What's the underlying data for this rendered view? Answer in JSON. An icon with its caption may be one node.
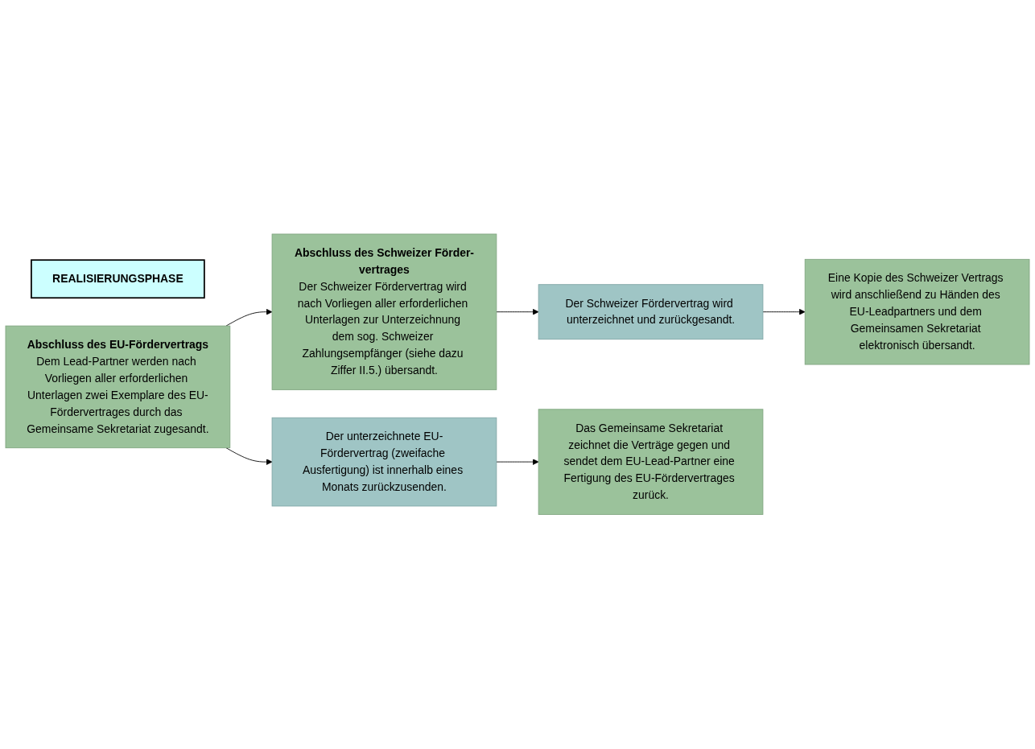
{
  "diagram": {
    "nodes": [
      {
        "text": [
          "REALISIERUNGSPHASE"
        ]
      },
      {
        "text": [
          "Abschluss des EU-Fördervertrags",
          "Dem Lead-Partner werden nach Vorliegen aller erforderlichen Unterlagen zwei Exemplare des EU-Fördervertrages durch das Gemeinsame Sekretariat zugesandt."
        ]
      },
      {
        "text": [
          "Der unterzeichnete EU-Fördervertrag (zweifache Ausfertigung) ist innerhalb eines Monats zurückzusenden."
        ]
      },
      {
        "text": [
          "Abschluss des Schweizer Förder-vertrages",
          "Der Schweizer Fördervertrag wird nach Vorliegen aller erforderlichen Unterlagen zur Unterzeichnung dem sog. Schweizer Zahlungsempfänger (siehe dazu Ziffer II.5.) übersandt."
        ]
      },
      {
        "text": [
          "Der Schweizer Fördervertrag wird unterzeichnet und zurückgesandt."
        ]
      },
      {
        "text": [
          "Das Gemeinsame Sekretariat zeichnet die Verträge gegen und sendet dem EU-Lead-Partner eine Fertigung des EU-Fördervertrages zurück."
        ]
      },
      {
        "text": [
          "Eine Kopie des Schweizer Vertrags wird anschließend zu Händen des EU-Leadpartners und dem Gemeinsamen Sekretariat elektronisch übersandt."
        ]
      }
    ],
    "edges": [
      {
        "from": 1,
        "to": 2,
        "arrow": "to"
      },
      {
        "from": 1,
        "to": 3,
        "arrow": "to"
      },
      {
        "from": 3,
        "to": 4,
        "arrow": "to"
      },
      {
        "from": 2,
        "to": 5,
        "arrow": "to"
      },
      {
        "from": 4,
        "to": 6,
        "arrow": "to"
      }
    ]
  }
}
